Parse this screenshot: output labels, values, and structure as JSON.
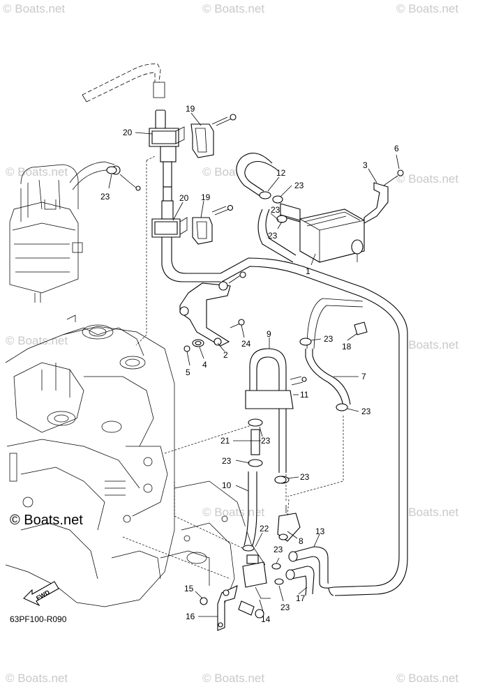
{
  "diagram": {
    "drawing_code": "63PF100-R090",
    "direction_label": "FWD",
    "watermark_text": "© Boats.net",
    "watermark_text_large": "© Boats.net",
    "callouts": [
      {
        "id": "c1",
        "label": "1"
      },
      {
        "id": "c2",
        "label": "2"
      },
      {
        "id": "c3",
        "label": "3"
      },
      {
        "id": "c4",
        "label": "4"
      },
      {
        "id": "c5",
        "label": "5"
      },
      {
        "id": "c6",
        "label": "6"
      },
      {
        "id": "c7",
        "label": "7"
      },
      {
        "id": "c8",
        "label": "8"
      },
      {
        "id": "c9",
        "label": "9"
      },
      {
        "id": "c10",
        "label": "10"
      },
      {
        "id": "c11",
        "label": "11"
      },
      {
        "id": "c12",
        "label": "12"
      },
      {
        "id": "c13",
        "label": "13"
      },
      {
        "id": "c14",
        "label": "14"
      },
      {
        "id": "c15",
        "label": "15"
      },
      {
        "id": "c16",
        "label": "16"
      },
      {
        "id": "c17",
        "label": "17"
      },
      {
        "id": "c18",
        "label": "18"
      },
      {
        "id": "c19a",
        "label": "19"
      },
      {
        "id": "c19b",
        "label": "19"
      },
      {
        "id": "c20a",
        "label": "20"
      },
      {
        "id": "c20b",
        "label": "20"
      },
      {
        "id": "c21",
        "label": "21"
      },
      {
        "id": "c22",
        "label": "22"
      },
      {
        "id": "c23a",
        "label": "23"
      },
      {
        "id": "c23b",
        "label": "23"
      },
      {
        "id": "c23c",
        "label": "23"
      },
      {
        "id": "c23d",
        "label": "23"
      },
      {
        "id": "c23e",
        "label": "23"
      },
      {
        "id": "c23f",
        "label": "23"
      },
      {
        "id": "c23g",
        "label": "23"
      },
      {
        "id": "c23h",
        "label": "23"
      },
      {
        "id": "c23i",
        "label": "23"
      },
      {
        "id": "c23j",
        "label": "23"
      },
      {
        "id": "c23k",
        "label": "23"
      },
      {
        "id": "c24",
        "label": "24"
      }
    ]
  }
}
